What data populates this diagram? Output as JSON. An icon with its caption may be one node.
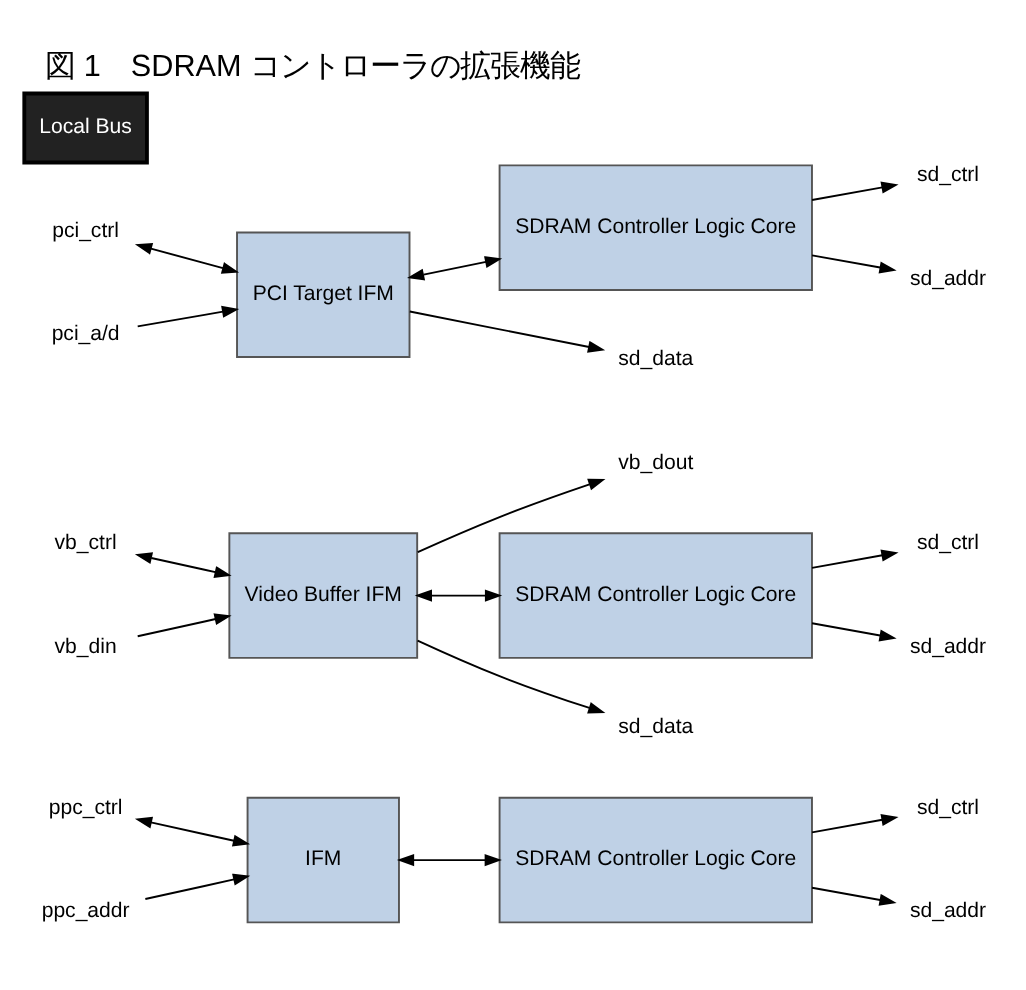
{
  "diagram": {
    "title": "図 1　SDRAM コントローラの拡張機能",
    "nodes": [
      {
        "text": [
          "ppc_ctrl"
        ]
      },
      {
        "text": [
          "ppc_addr"
        ]
      },
      {
        "text": [
          "IFM"
        ]
      },
      {
        "text": [
          "SDRAM Controller Logic Core"
        ]
      },
      {
        "text": [
          "sd_ctrl"
        ]
      },
      {
        "text": [
          "sd_addr"
        ]
      },
      {
        "text": [
          "vb_ctrl"
        ]
      },
      {
        "text": [
          "vb_din"
        ]
      },
      {
        "text": [
          "vb_dout"
        ]
      },
      {
        "text": [
          "Video Buffer IFM"
        ]
      },
      {
        "text": [
          "SDRAM Controller Logic Core"
        ]
      },
      {
        "text": [
          "sd_ctrl"
        ]
      },
      {
        "text": [
          "sd_addr"
        ]
      },
      {
        "text": [
          "sd_data"
        ]
      },
      {
        "text": [
          "pci_ctrl"
        ]
      },
      {
        "text": [
          "pci_a/d"
        ]
      },
      {
        "text": [
          "PCI Target IFM"
        ]
      },
      {
        "text": [
          "SDRAM Controller Logic Core"
        ]
      },
      {
        "text": [
          "sd_ctrl"
        ]
      },
      {
        "text": [
          "sd_addr"
        ]
      },
      {
        "text": [
          "sd_data"
        ]
      },
      {
        "text": [
          "Local Bus"
        ]
      }
    ],
    "edges": [
      {
        "from": 0,
        "to": 2,
        "arrow": "both"
      },
      {
        "from": 1,
        "to": 2,
        "arrow": "to"
      },
      {
        "from": 2,
        "to": 3,
        "arrow": "both"
      },
      {
        "from": 3,
        "to": 4,
        "arrow": "to"
      },
      {
        "from": 3,
        "to": 5,
        "arrow": "to"
      },
      {
        "from": 6,
        "to": 9,
        "arrow": "both"
      },
      {
        "from": 7,
        "to": 9,
        "arrow": "to"
      },
      {
        "from": 9,
        "to": 8,
        "arrow": "to"
      },
      {
        "from": 9,
        "to": 10,
        "arrow": "both"
      },
      {
        "from": 10,
        "to": 11,
        "arrow": "to"
      },
      {
        "from": 10,
        "to": 12,
        "arrow": "to"
      },
      {
        "from": 9,
        "to": 13,
        "arrow": "to"
      },
      {
        "from": 14,
        "to": 16,
        "arrow": "both"
      },
      {
        "from": 15,
        "to": 16,
        "arrow": "to"
      },
      {
        "from": 16,
        "to": 17,
        "arrow": "both"
      },
      {
        "from": 17,
        "to": 18,
        "arrow": "to"
      },
      {
        "from": 17,
        "to": 19,
        "arrow": "to"
      },
      {
        "from": 16,
        "to": 20,
        "arrow": "to"
      }
    ]
  }
}
